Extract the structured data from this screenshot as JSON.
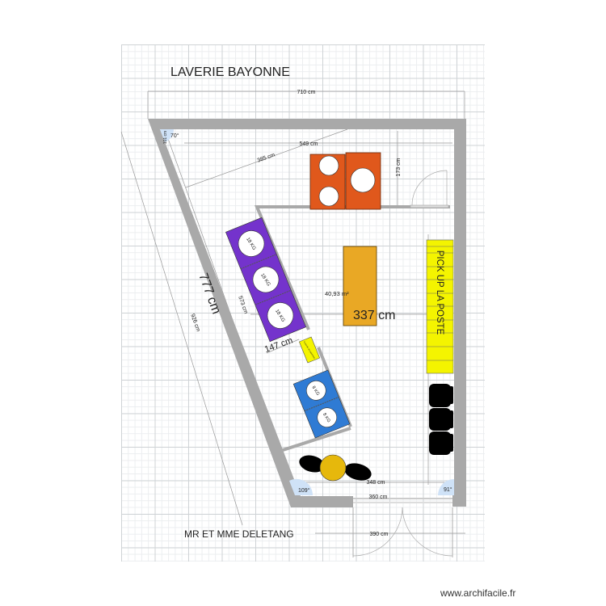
{
  "title": "LAVERIE BAYONNE",
  "client": "MR ET MME DELETANG",
  "watermark": "www.archifacile.fr",
  "area": "40,93 m²",
  "dimensions": {
    "top_outer": "710 cm",
    "top_inner": "549 cm",
    "diagonal": "385 cm",
    "right_upper": "173 cm",
    "left_wall_big": "777 cm",
    "left_inner": "573 cm",
    "left_outer": "926 cm",
    "machines_depth": "147 cm",
    "center": "337 cm",
    "bottom_inner": "348 cm",
    "bottom_opening": "360 cm",
    "bottom_outer": "390 cm",
    "corner_small": "101 cm"
  },
  "angles": {
    "top_left": "70°",
    "bottom_left": "109°",
    "bottom_right": "91°"
  },
  "machines": {
    "large": [
      "18 KG",
      "18 KG",
      "18 KG"
    ],
    "small": [
      "8 KG",
      "8 KG"
    ],
    "console": "Console de paiement"
  },
  "pickup_label": "PICK UP LA POSTE",
  "colors": {
    "wall": "#a9a9a9",
    "dryers": "#e0581c",
    "large_washers": "#7433cc",
    "small_washers": "#2f7bd4",
    "table": "#e9a825",
    "pickup": "#f4f400",
    "round_table": "#e6b80c",
    "angle_marker": "#cfe2f7"
  }
}
